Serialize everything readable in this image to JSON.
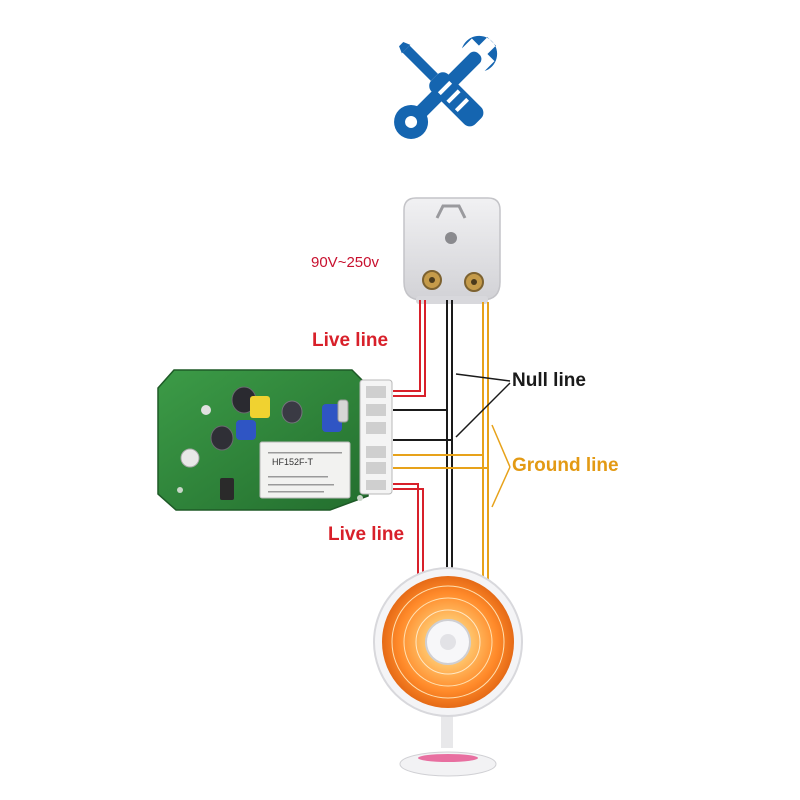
{
  "labels": {
    "voltage": "90V~250v",
    "live_top": "Live line",
    "null_line": "Null line",
    "ground_line": "Ground line",
    "live_bottom": "Live line"
  },
  "relay_board": {
    "relay_text": "HF152F-T"
  },
  "icons": {
    "tools": "wrench-screwdriver-icon"
  },
  "colors": {
    "live": "#d8202a",
    "null": "#1a1a1a",
    "ground": "#e7a21a",
    "icon": "#1565b0",
    "board": "#2f8a3c",
    "voltage_text": "#c8102e",
    "label_text": "#1a1a1a",
    "ground_text": "#e39a14"
  }
}
